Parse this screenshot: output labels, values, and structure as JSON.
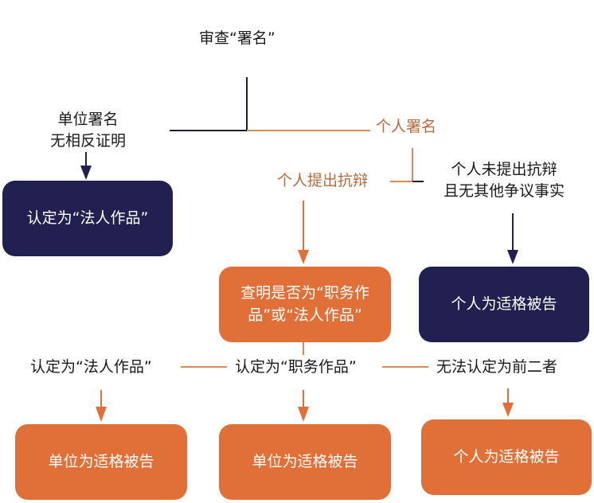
{
  "colors": {
    "navy": "#222050",
    "orange": "#e07038",
    "orange_text": "#b86a3a",
    "line_orange": "#d98a5a",
    "line_dark": "#1e1e30"
  },
  "nodes": {
    "review_signature": "审查“署名”",
    "unit_signature_line1": "单位署名",
    "unit_signature_line2": "无相反证明",
    "legal_person_work_box": "认定为“法人作品”",
    "personal_signature": "个人署名",
    "personal_defense": "个人提出抗辩",
    "no_defense_line1": "个人未提出抗辩",
    "no_defense_line2": "且无其他争议事实",
    "investigate_box_line1": "查明是否为“职务作",
    "investigate_box_line2": "品”或“法人作品”",
    "individual_defendant_box_top": "个人为适格被告",
    "branch_legal_person": "认定为“法人作品”",
    "branch_service_work": "认定为“职务作品”",
    "branch_neither": "无法认定为前二者",
    "unit_defendant_box_1": "单位为适格被告",
    "unit_defendant_box_2": "单位为适格被告",
    "individual_defendant_box_bottom": "个人为适格被告"
  }
}
